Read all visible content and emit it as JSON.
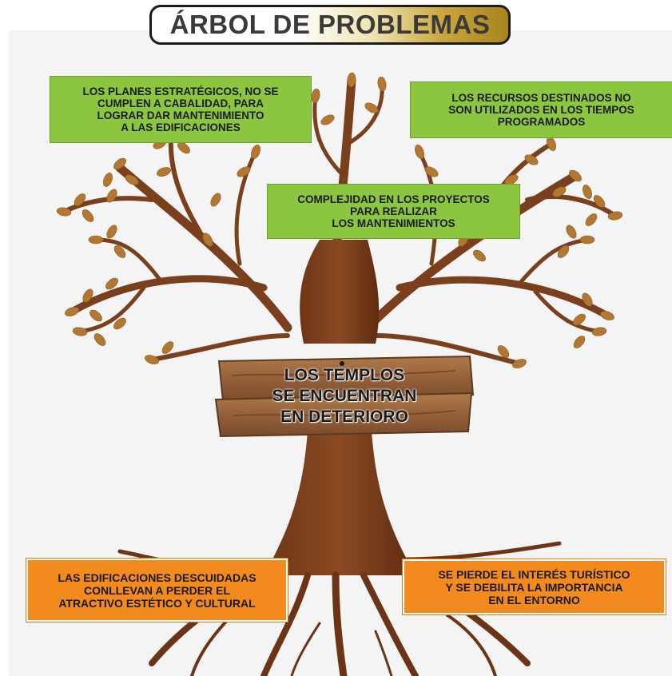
{
  "title": "ÁRBOL DE PROBLEMAS",
  "central_problem": "LOS TEMPLOS\nSE ENCUENTRAN\nEN DETERIORO",
  "causes": [
    "LOS PLANES ESTRATÉGICOS, NO SE\nCUMPLEN A CABALIDAD, PARA\nLOGRAR DAR MANTENIMIENTO\nA LAS EDIFICACIONES",
    "LOS RECURSOS DESTINADOS NO\nSON UTILIZADOS EN LOS TIEMPOS\nPROGRAMADOS",
    "COMPLEJIDAD EN LOS PROYECTOS\nPARA REALIZAR\nLOS MANTENIMIENTOS"
  ],
  "effects": [
    "LAS EDIFICACIONES DESCUIDADAS\nCONLLEVAN A PERDER EL\nATRACTIVO ESTÉTICO Y CULTURAL",
    "SE PIERDE EL INTERÉS TURÍSTICO\nY SE DEBILITA LA IMPORTANCIA\nEN EL ENTORNO"
  ],
  "colors": {
    "cause_box": "#8cc63f",
    "effect_box": "#f28a1e",
    "trunk": "#7a3f1c",
    "leaf": "#b27730",
    "plank": "#9c6a3d"
  }
}
